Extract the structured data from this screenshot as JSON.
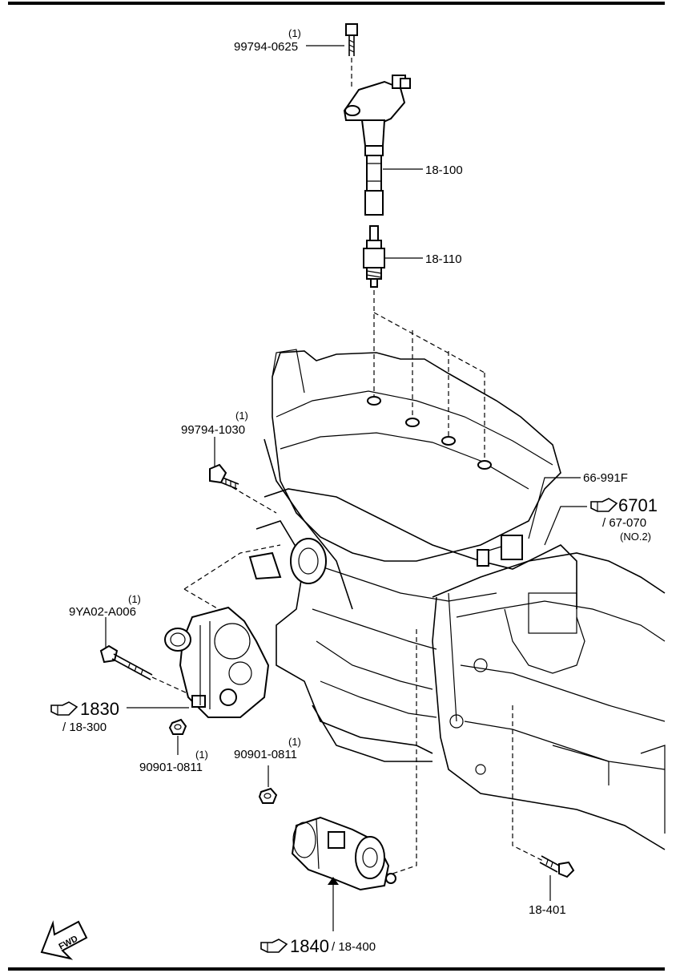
{
  "callouts": {
    "ignition_bolt": {
      "part_no": "99794-0625",
      "qty": "(1)"
    },
    "ignition_coil": {
      "part_no": "18-100"
    },
    "spark_plug": {
      "part_no": "18-110"
    },
    "alternator_bracket_bolt": {
      "part_no": "99794-1030",
      "qty": "(1)"
    },
    "sensor": {
      "part_no": "66-991F"
    },
    "ref_6701": {
      "number": "6701",
      "sub": "/ 67-070",
      "note": "(NO.2)"
    },
    "alternator_bolt": {
      "part_no": "9YA02-A006",
      "qty": "(1)"
    },
    "ref_1830": {
      "number": "1830",
      "sub": "/ 18-300"
    },
    "alternator_nut": {
      "part_no": "90901-0811",
      "qty": "(1)"
    },
    "starter_nut": {
      "part_no": "90901-0811",
      "qty": "(1)"
    },
    "starter_bolt": {
      "part_no": "18-401"
    },
    "ref_1840": {
      "number": "1840",
      "sub": "/ 18-400"
    }
  },
  "fwd_label": "FWD",
  "icons": {
    "reference": "pointing-hand-icon",
    "direction": "forward-arrow-icon"
  }
}
